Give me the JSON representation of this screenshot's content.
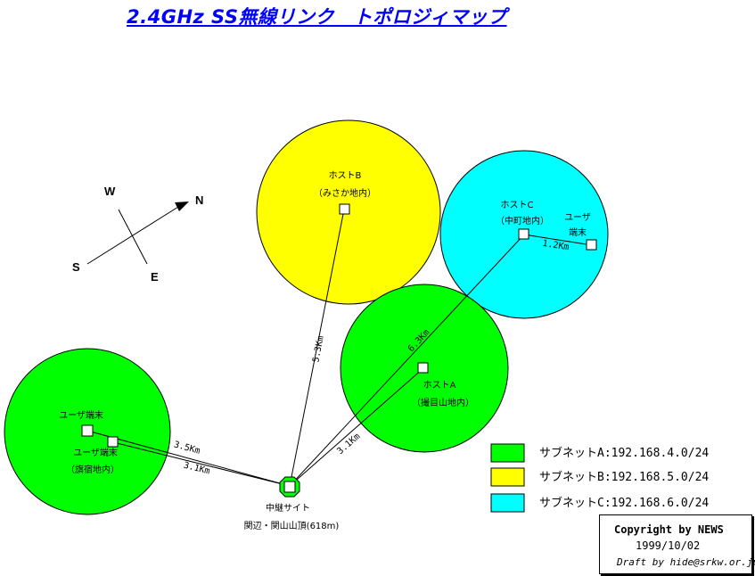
{
  "title": "2.4GHz SS無線リンク　トポロジィマップ",
  "compass": {
    "north": "N",
    "south": "S",
    "east": "E",
    "west": "W"
  },
  "sites": {
    "host_b": {
      "name": "ホストB",
      "location": "（みさか地内）"
    },
    "host_c": {
      "name": "ホストC",
      "location": "（中町地内）"
    },
    "host_c_user": {
      "line1": "ユーザ",
      "line2": "端末"
    },
    "host_a": {
      "name": "ホストA",
      "location": "（撮目山地内）"
    },
    "west_user_1": {
      "name": "ユーザ端末"
    },
    "west_user_2": {
      "name": "ユーザ端末",
      "location": "（旗宿地内）"
    },
    "relay": {
      "name": "中継サイト",
      "location": "関辺・関山山頂(618m)"
    }
  },
  "distances": {
    "relay_to_b": "5.3Km",
    "relay_to_c": "6.3Km",
    "c_to_user": "1.2Km",
    "relay_to_a": "3.1Km",
    "relay_to_west1": "3.5Km",
    "relay_to_west2": "3.1Km"
  },
  "legend": [
    {
      "label": "サブネットA:192.168.4.0/24",
      "color": "#00ff00"
    },
    {
      "label": "サブネットB:192.168.5.0/24",
      "color": "#ffff00"
    },
    {
      "label": "サブネットC:192.168.6.0/24",
      "color": "#00ffff"
    }
  ],
  "colors": {
    "subnet_a": "#00ff00",
    "subnet_b": "#ffff00",
    "subnet_c": "#00ffff",
    "title": "#0000ff"
  },
  "copyright": {
    "line1": "Copyright by NEWS",
    "line2": "1999/10/02",
    "line3": "Draft by hide@srkw.or.jp"
  }
}
